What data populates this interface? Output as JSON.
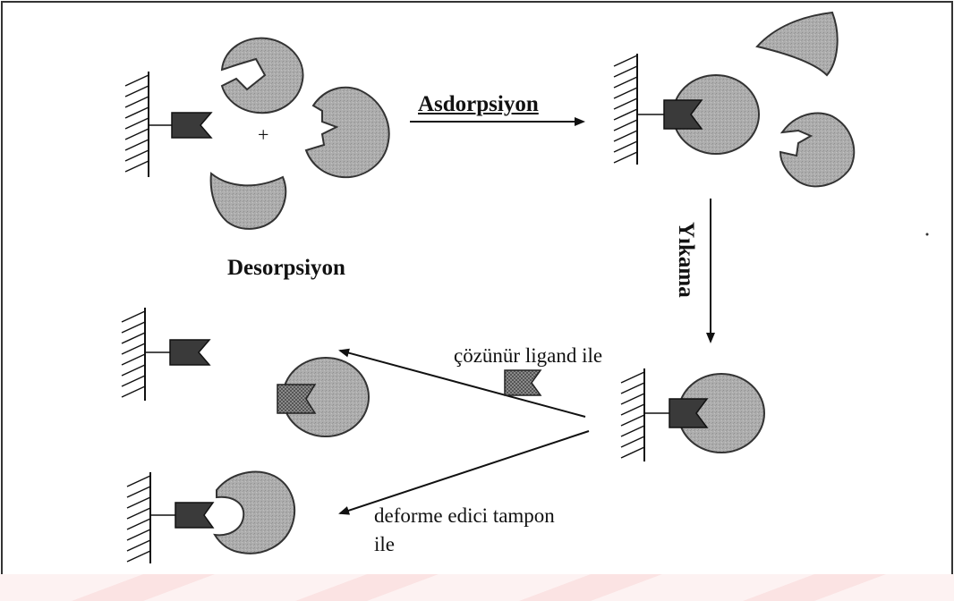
{
  "labels": {
    "adsorption": "Asdorpsiyon",
    "desorption": "Desorpsiyon",
    "washing": "Yıkama",
    "soluble_ligand": "çözünür ligand ile",
    "denaturing_buffer_line1": "deforme edici  tampon",
    "denaturing_buffer_line2": "ile",
    "plus": "+"
  },
  "colors": {
    "protein": "#a9a9a9",
    "ligand": "#3c3c3c",
    "free_ligand": "#7a7a7a",
    "border": "#333333",
    "watermark": "#fbe6e6"
  }
}
